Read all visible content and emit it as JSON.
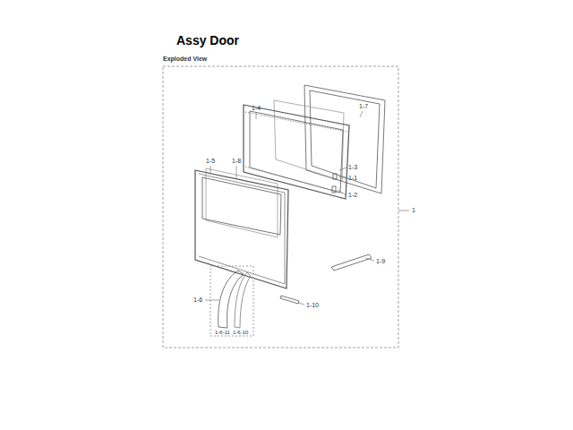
{
  "diagram": {
    "title": "Assy Door",
    "labels": [
      "Exploded View",
      "1-7",
      "1-4",
      "1-3",
      "1-1",
      "1-2",
      "1",
      "1-5",
      "1-8",
      "1-9",
      "1-6",
      "1-10",
      "1-6-11",
      "1-6-10"
    ]
  }
}
